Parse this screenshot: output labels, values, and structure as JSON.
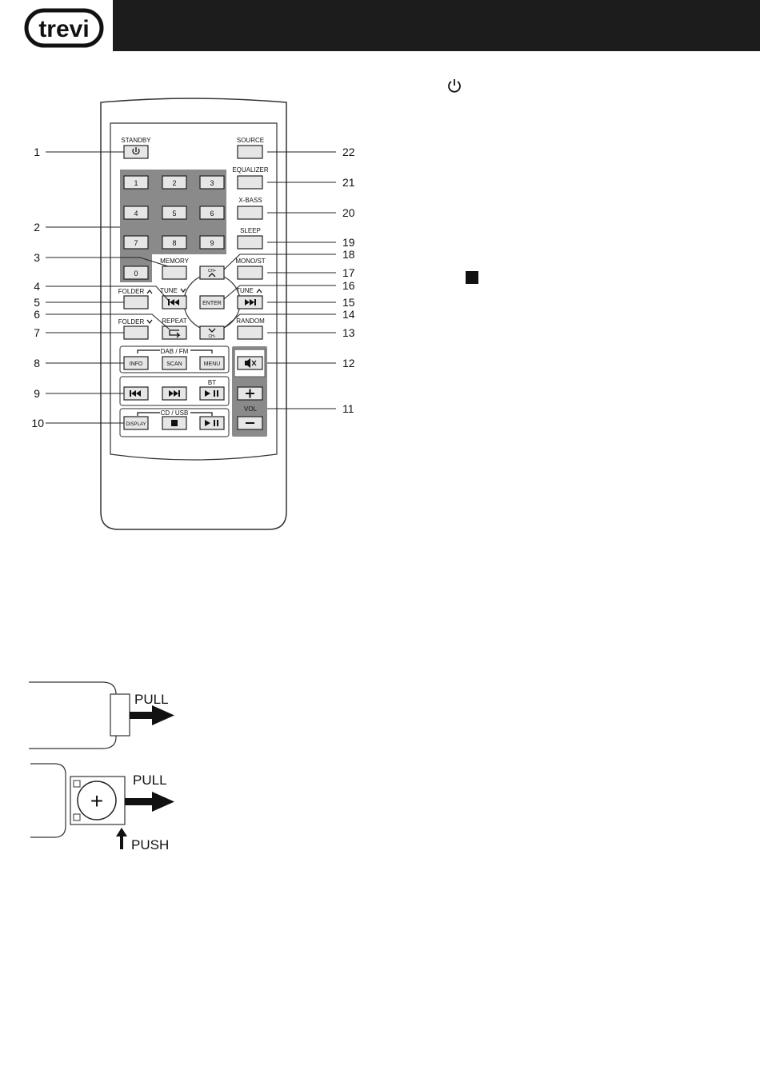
{
  "header": {
    "brand": "trevi"
  },
  "remote": {
    "standby_label": "STANDBY",
    "source_label": "SOURCE",
    "equalizer_label": "EQUALIZER",
    "xbass_label": "X-BASS",
    "sleep_label": "SLEEP",
    "memory_label": "MEMORY",
    "monost_label": "MONO/ST",
    "folder_up_label": "FOLDER",
    "folder_down_label": "FOLDER",
    "tune_down_label": "TUNE",
    "tune_up_label": "TUNE",
    "repeat_label": "REPEAT",
    "random_label": "RANDOM",
    "enter_label": "ENTER",
    "ch_up_label": "CH+",
    "ch_down_label": "CH-",
    "dabfm_label": "DAB / FM",
    "info_label": "INFO",
    "scan_label": "SCAN",
    "menu_label": "MENU",
    "bt_label": "BT",
    "cdusb_label": "CD / USB",
    "display_label": "DISPLAY",
    "vol_label": "VOL",
    "digits": [
      "1",
      "2",
      "3",
      "4",
      "5",
      "6",
      "7",
      "8",
      "9",
      "0"
    ]
  },
  "callouts_left": [
    "1",
    "2",
    "3",
    "4",
    "5",
    "6",
    "7",
    "8",
    "9",
    "10"
  ],
  "callouts_right": [
    "22",
    "21",
    "20",
    "19",
    "18",
    "17",
    "16",
    "15",
    "14",
    "13",
    "12",
    "11"
  ],
  "battery": {
    "pull_label_1": "PULL",
    "pull_label_2": "PULL",
    "push_label": "PUSH",
    "plus_sign": "+"
  }
}
